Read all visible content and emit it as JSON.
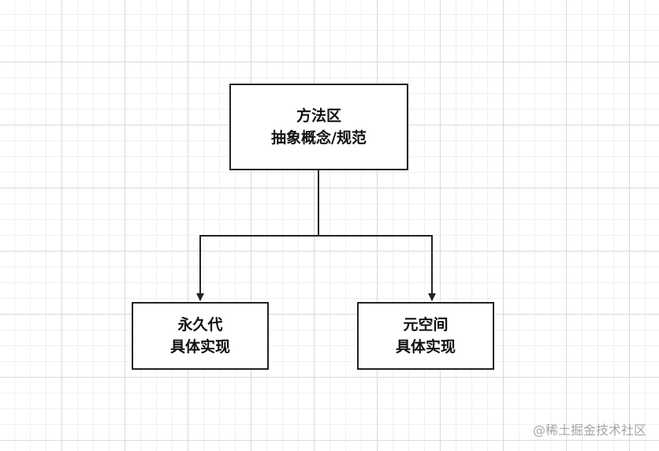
{
  "diagram": {
    "nodes": {
      "method_area": {
        "line1": "方法区",
        "line2": "抽象概念/规范"
      },
      "permgen": {
        "line1": "永久代",
        "line2": "具体实现"
      },
      "metaspace": {
        "line1": "元空间",
        "line2": "具体实现"
      }
    },
    "edges": [
      {
        "from": "method_area",
        "to": "permgen"
      },
      {
        "from": "method_area",
        "to": "metaspace"
      }
    ],
    "colors": {
      "stroke": "#222222",
      "grid_major": "#d9d9d9",
      "grid_minor": "#f0f0f0",
      "watermark": "#a6a6a6"
    }
  },
  "watermark": {
    "text": "@稀土掘金技术社区"
  }
}
